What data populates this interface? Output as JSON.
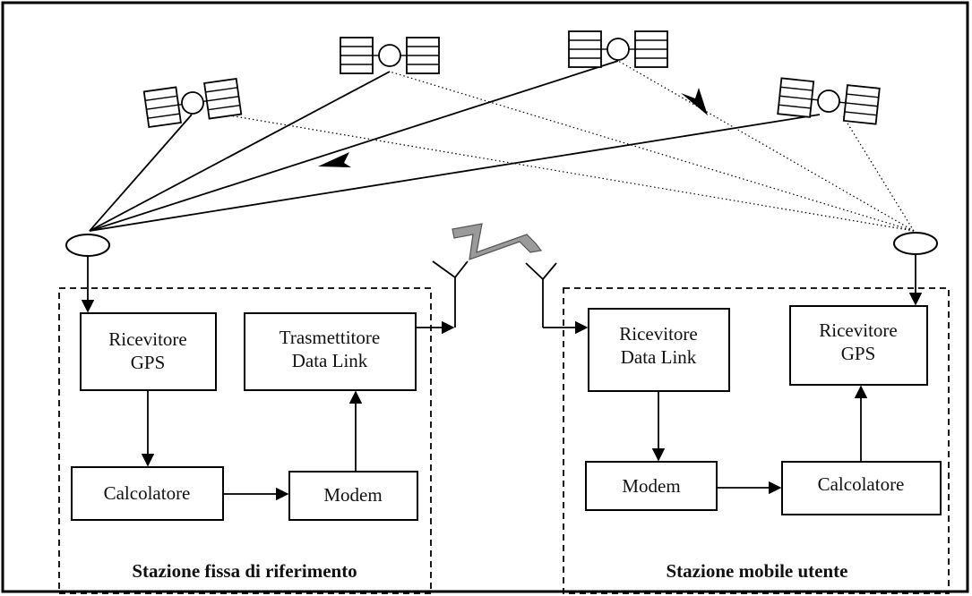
{
  "diagram": {
    "fixed_station": {
      "title": "Stazione fissa di riferimento",
      "gps_receiver": [
        "Ricevitore",
        "GPS"
      ],
      "transmitter": [
        "Trasmettitore",
        "Data Link"
      ],
      "computer": "Calcolatore",
      "modem": "Modem"
    },
    "mobile_station": {
      "title": "Stazione mobile utente",
      "datalink_receiver": [
        "Ricevitore",
        "Data Link"
      ],
      "gps_receiver": [
        "Ricevitore",
        "GPS"
      ],
      "computer": "Calcolatore",
      "modem": "Modem"
    }
  }
}
